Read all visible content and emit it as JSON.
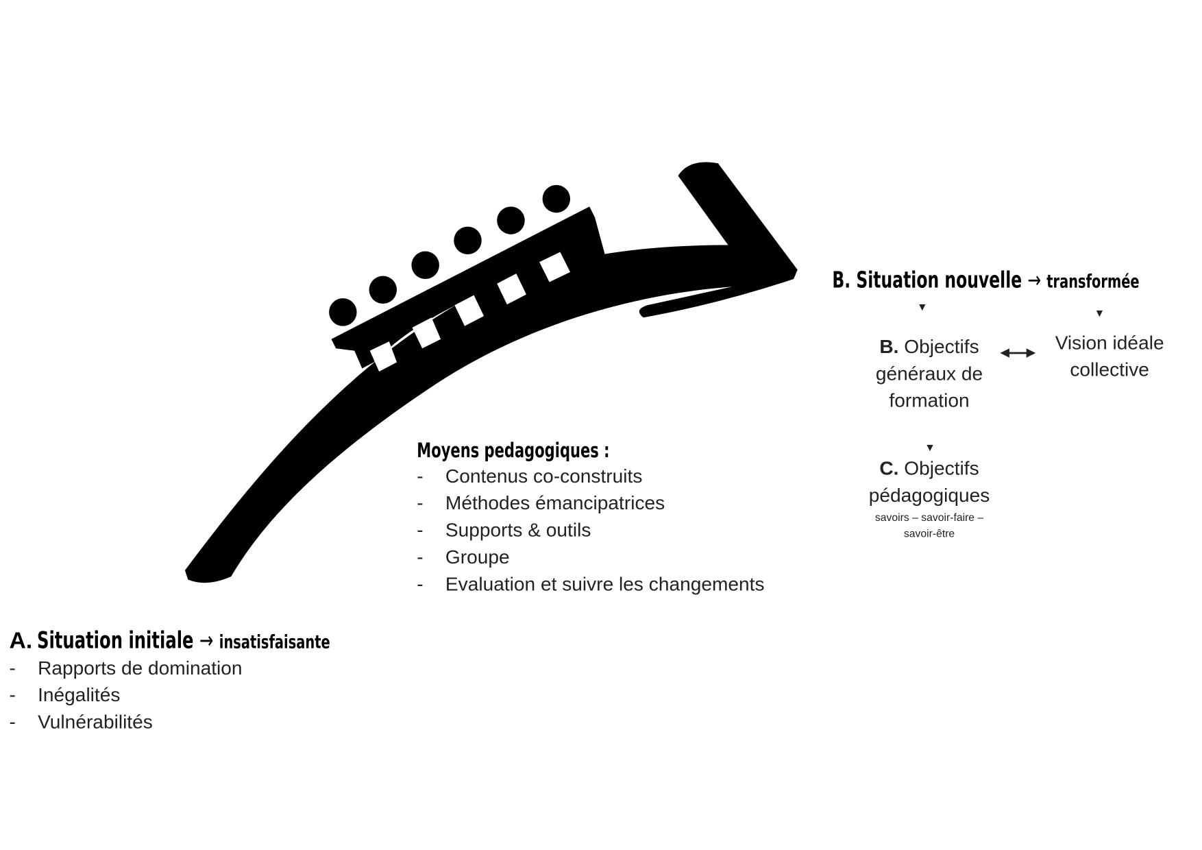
{
  "situation_a": {
    "prefix": "A.",
    "title": "Situation initiale",
    "arrow": "→",
    "qualifier": "insatisfaisante",
    "items": [
      "Rapports de domination",
      "Inégalités",
      "Vulnérabilités"
    ]
  },
  "moyens": {
    "title": "Moyens pedagogiques :",
    "items": [
      "Contenus co-construits",
      "Méthodes émancipatrices",
      "Supports & outils",
      "Groupe",
      "Evaluation et suivre les changements"
    ]
  },
  "situation_b": {
    "title": "B. Situation nouvelle",
    "arrow": "→",
    "qualifier": "transformée"
  },
  "objectifs_generaux": {
    "prefix": "B.",
    "line1": "Objectifs",
    "line2": "généraux de",
    "line3": "formation"
  },
  "vision": {
    "line1": "Vision idéale",
    "line2": "collective"
  },
  "objectifs_pedagogiques": {
    "prefix": "C.",
    "line1": "Objectifs",
    "line2": "pédagogiques",
    "sub1": "savoirs – savoir-faire –",
    "sub2": "savoir-être"
  },
  "dash": "-"
}
